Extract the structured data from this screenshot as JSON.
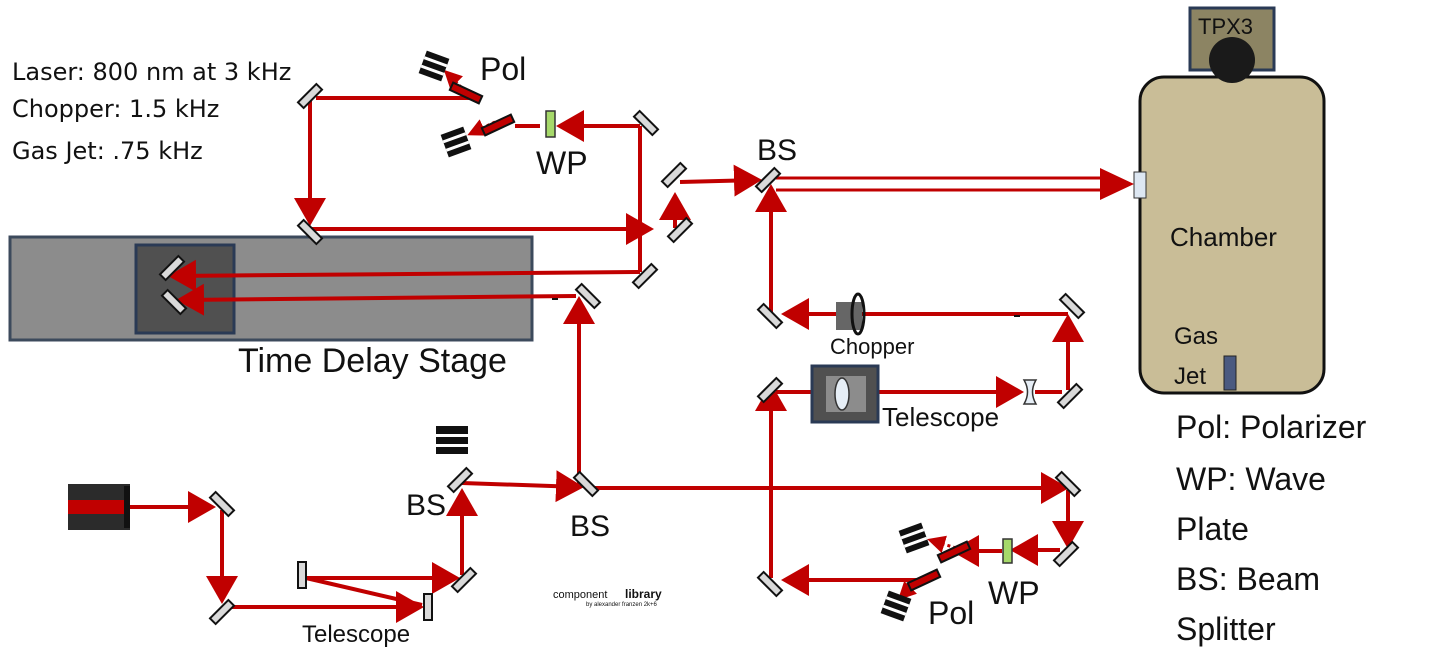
{
  "info": {
    "line1": "Laser: 800 nm at 3 kHz",
    "line2": "Chopper: 1.5 kHz",
    "line3": "Gas Jet: .75 kHz"
  },
  "labels": {
    "pol_top": "Pol",
    "wp_top": "WP",
    "bs_top": "BS",
    "time_delay": "Time Delay Stage",
    "chopper": "Chopper",
    "telescope_right": "Telescope",
    "bs_left": "BS",
    "bs_center": "BS",
    "telescope_bottom": "Telescope",
    "wp_bottom": "WP",
    "pol_bottom": "Pol",
    "tpx3": "TPX3",
    "chamber": "Chamber",
    "gas": "Gas",
    "jet": "Jet",
    "component_library_1": "component",
    "component_library_2": "library",
    "component_library_3": "by alexander franzen 2k+6"
  },
  "legend": {
    "l1": "Pol: Polarizer",
    "l2": "WP: Wave",
    "l3": "Plate",
    "l4": "BS: Beam",
    "l5": "Splitter"
  },
  "colors": {
    "beam": "#c00000",
    "chamber_fill": "#c9bd97",
    "stage_fill": "#8c8c8c",
    "stage_inner": "#505050",
    "stage_border": "#3c4a5c",
    "tpx3_fill": "#8c8463"
  }
}
